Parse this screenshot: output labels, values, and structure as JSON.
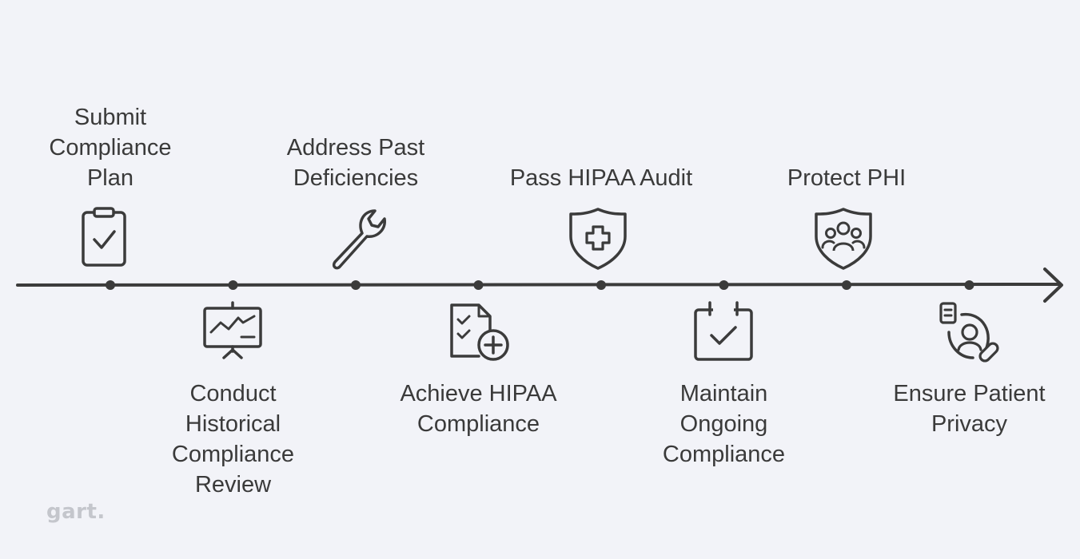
{
  "timeline": {
    "steps": [
      {
        "label": "Submit Compliance Plan",
        "icon": "clipboard-check-icon",
        "position": "above"
      },
      {
        "label": "Conduct Historical Compliance Review",
        "icon": "presentation-chart-icon",
        "position": "below"
      },
      {
        "label": "Address Past Deficiencies",
        "icon": "wrench-icon",
        "position": "above"
      },
      {
        "label": "Achieve HIPAA Compliance",
        "icon": "document-check-plus-icon",
        "position": "below"
      },
      {
        "label": "Pass HIPAA Audit",
        "icon": "shield-cross-icon",
        "position": "above"
      },
      {
        "label": "Maintain Ongoing Compliance",
        "icon": "calendar-check-icon",
        "position": "below"
      },
      {
        "label": "Protect PHI",
        "icon": "shield-users-icon",
        "position": "above"
      },
      {
        "label": "Ensure Patient Privacy",
        "icon": "patient-record-icon",
        "position": "below"
      }
    ]
  },
  "watermark": "gart.",
  "colors": {
    "line": "#3b3b3b",
    "text": "#3a3a3a",
    "background": "#f2f3f8",
    "watermark": "#c4c6cc"
  }
}
